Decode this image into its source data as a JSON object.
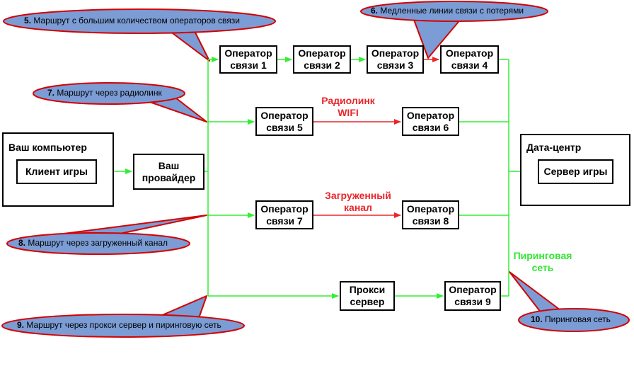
{
  "containers": {
    "computer": "Ваш компьютер",
    "datacenter": "Дата-центр"
  },
  "nodes": {
    "game_client": "Клиент игры",
    "provider": "Ваш\nпровайдер",
    "op1": "Оператор\nсвязи 1",
    "op2": "Оператор\nсвязи 2",
    "op3": "Оператор\nсвязи 3",
    "op4": "Оператор\nсвязи 4",
    "op5": "Оператор\nсвязи 5",
    "op6": "Оператор\nсвязи 6",
    "op7": "Оператор\nсвязи 7",
    "op8": "Оператор\nсвязи 8",
    "proxy": "Прокси\nсервер",
    "op9": "Оператор\nсвязи 9",
    "game_server": "Сервер игры"
  },
  "link_labels": {
    "radiolink": "Радиолинк\nWIFI",
    "congested": "Загруженный\nканал",
    "peering": "Пиринговая\nсеть"
  },
  "callouts": {
    "c5": {
      "num": "5.",
      "text": "Маршрут с большим количеством операторов связи"
    },
    "c6": {
      "num": "6.",
      "text": "Медленные линии связи с потерями"
    },
    "c7": {
      "num": "7.",
      "text": "Маршрут через радиолинк"
    },
    "c8": {
      "num": "8.",
      "text": "Маршрут через загруженный канал"
    },
    "c9": {
      "num": "9.",
      "text": "Маршрут через прокси сервер и пиринговую сеть"
    },
    "c10": {
      "num": "10.",
      "text": "Пиринговая сеть"
    }
  },
  "colors": {
    "green_link": "#33ee33",
    "red_link": "#e8272b",
    "callout_fill": "#7b9cd4",
    "callout_stroke": "#d40000"
  }
}
